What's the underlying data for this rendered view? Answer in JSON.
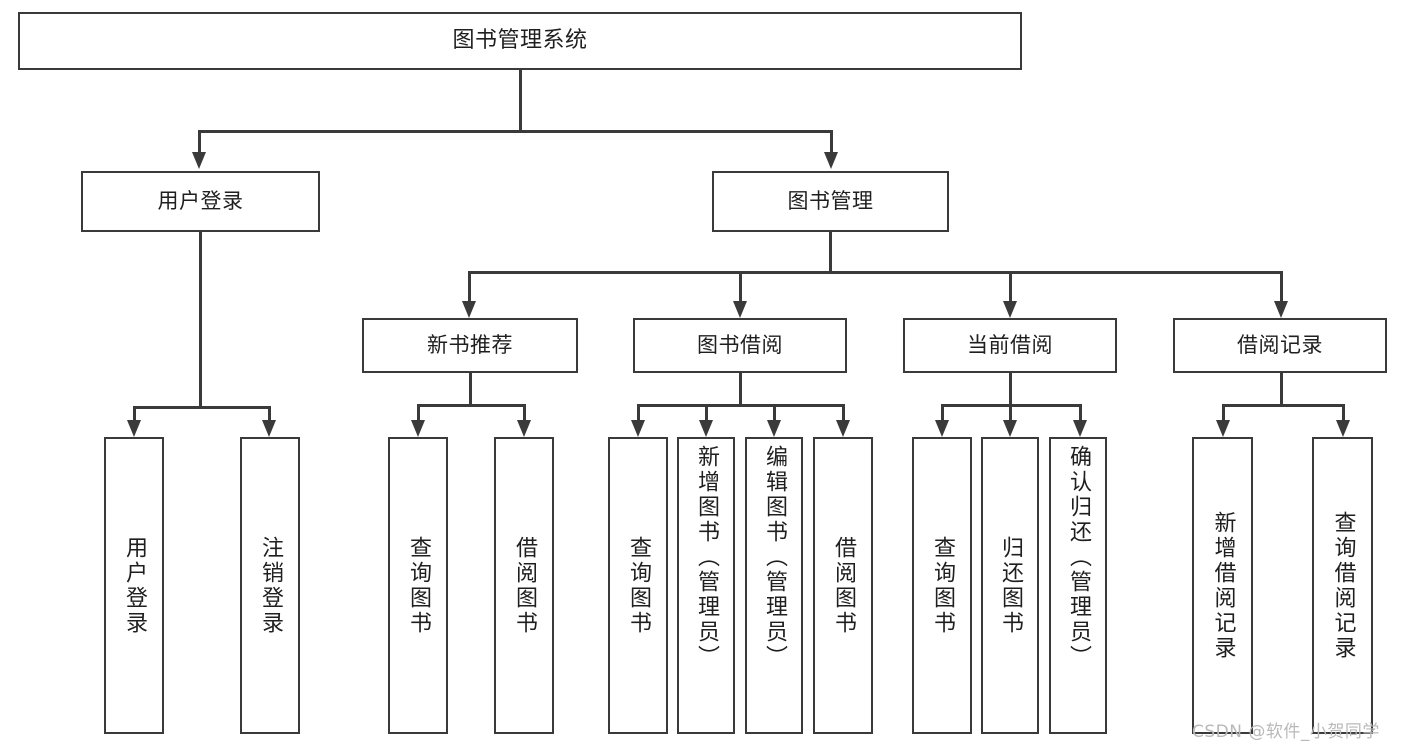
{
  "diagram": {
    "title": "图书管理系统",
    "type": "tree",
    "watermark": "CSDN @软件_小贺同学",
    "colors": {
      "background": "#ffffff",
      "stroke": "#3a3a3a",
      "text": "#1f1f1f",
      "watermark": "#b9b9b9"
    },
    "root": {
      "label": "图书管理系统"
    },
    "level1": [
      {
        "label": "用户登录"
      },
      {
        "label": "图书管理"
      }
    ],
    "level2": [
      {
        "label": "新书推荐"
      },
      {
        "label": "图书借阅"
      },
      {
        "label": "当前借阅"
      },
      {
        "label": "借阅记录"
      }
    ],
    "leaves": {
      "user_login": [
        {
          "label": "用户登录"
        },
        {
          "label": "注销登录"
        }
      ],
      "new_book_recommend": [
        {
          "label": "查询图书"
        },
        {
          "label": "借阅图书"
        }
      ],
      "book_borrow": [
        {
          "label": "查询图书"
        },
        {
          "label": "新增图书（管理员）"
        },
        {
          "label": "编辑图书（管理员）"
        },
        {
          "label": "借阅图书"
        }
      ],
      "current_borrow": [
        {
          "label": "查询图书"
        },
        {
          "label": "归还图书"
        },
        {
          "label": "确认归还（管理员）"
        }
      ],
      "borrow_record": [
        {
          "label": "新增借阅记录"
        },
        {
          "label": "查询借阅记录"
        }
      ]
    }
  }
}
